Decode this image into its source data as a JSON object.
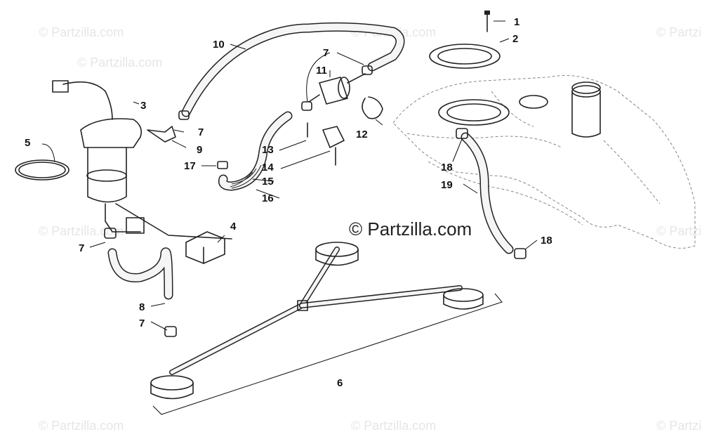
{
  "watermark": {
    "main": "© Partzilla.com",
    "repeat": "© Partzilla.com"
  },
  "callouts": [
    {
      "id": "c1",
      "text": "1"
    },
    {
      "id": "c2",
      "text": "2"
    },
    {
      "id": "c3",
      "text": "3"
    },
    {
      "id": "c4",
      "text": "4"
    },
    {
      "id": "c5",
      "text": "5"
    },
    {
      "id": "c6",
      "text": "6"
    },
    {
      "id": "c7a",
      "text": "7"
    },
    {
      "id": "c7b",
      "text": "7"
    },
    {
      "id": "c7c",
      "text": "7"
    },
    {
      "id": "c7d",
      "text": "7"
    },
    {
      "id": "c8",
      "text": "8"
    },
    {
      "id": "c9",
      "text": "9"
    },
    {
      "id": "c10",
      "text": "10"
    },
    {
      "id": "c11",
      "text": "11"
    },
    {
      "id": "c12",
      "text": "12"
    },
    {
      "id": "c13",
      "text": "13"
    },
    {
      "id": "c14",
      "text": "14"
    },
    {
      "id": "c15",
      "text": "15"
    },
    {
      "id": "c16",
      "text": "16"
    },
    {
      "id": "c17",
      "text": "17"
    },
    {
      "id": "c18a",
      "text": "18"
    },
    {
      "id": "c18b",
      "text": "18"
    },
    {
      "id": "c19",
      "text": "19"
    }
  ]
}
